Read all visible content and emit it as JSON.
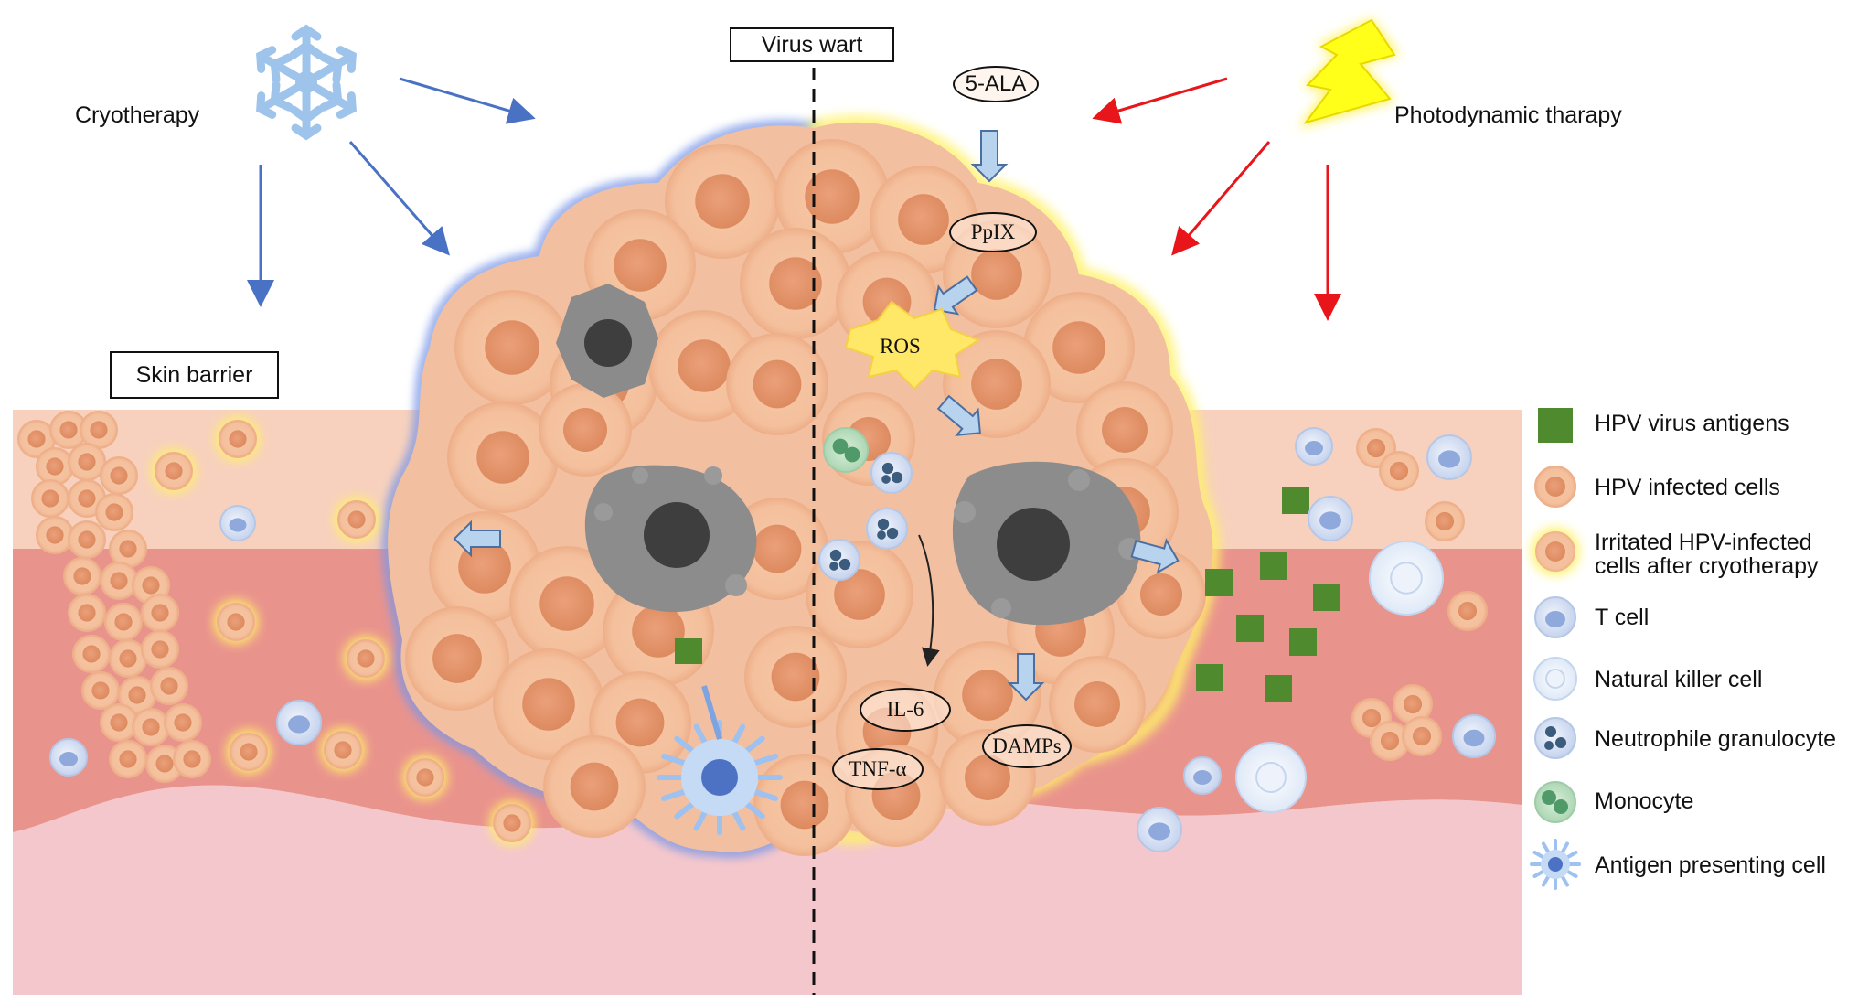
{
  "labels": {
    "cryotherapy": "Cryotherapy",
    "photodynamic": "Photodynamic tharapy",
    "virus_wart": "Virus wart",
    "skin_barrier": "Skin barrier",
    "ala": "5-ALA",
    "ppix": "PpIX",
    "ros": "ROS",
    "il6": "IL-6",
    "tnf": "TNF-α",
    "damps": "DAMPs"
  },
  "legend": [
    {
      "icon": "hpv-antigen-square-icon",
      "label": "HPV virus antigens"
    },
    {
      "icon": "hpv-infected-cell-icon",
      "label": "HPV infected cells"
    },
    {
      "icon": "irritated-cell-icon",
      "label": "Irritated HPV-infected\ncells after cryotherapy"
    },
    {
      "icon": "t-cell-icon",
      "label": "T cell"
    },
    {
      "icon": "nk-cell-icon",
      "label": "Natural killer cell"
    },
    {
      "icon": "neutrophil-icon",
      "label": "Neutrophile granulocyte"
    },
    {
      "icon": "monocyte-icon",
      "label": "Monocyte"
    },
    {
      "icon": "apc-icon",
      "label": "Antigen presenting cell"
    }
  ],
  "colors": {
    "cryo_arrow": "#4a72c4",
    "pdt_arrow": "#e8161a",
    "antigen": "#4f8a2f",
    "infected_cell": "#f2b48e",
    "infected_nucleus": "#e8936a",
    "skin_top": "#f7d1bd",
    "skin_mid": "#e9938d",
    "skin_deep": "#f4c7cc",
    "lightning": "#ffff1a"
  }
}
